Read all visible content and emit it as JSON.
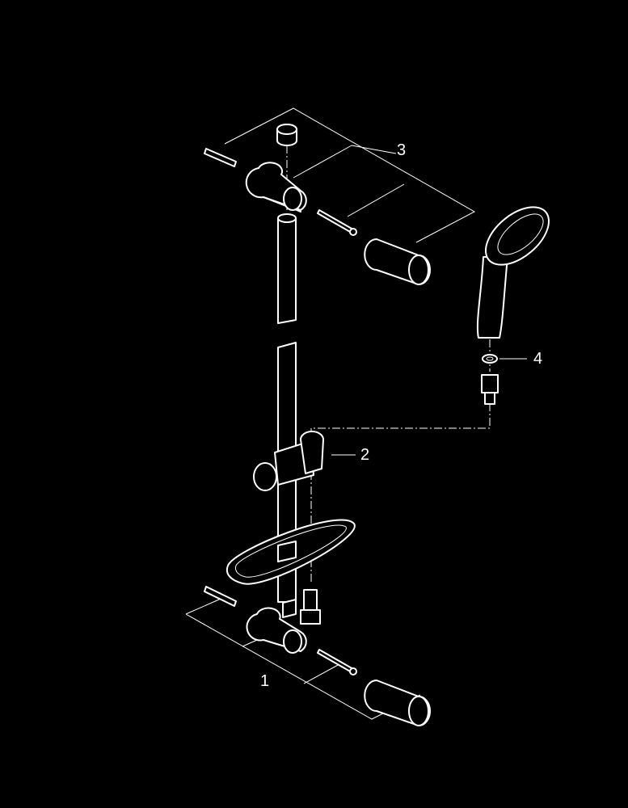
{
  "diagram": {
    "background_color": "#000000",
    "line_color": "#ffffff",
    "callouts": [
      {
        "id": "1",
        "label": "1"
      },
      {
        "id": "2",
        "label": "2"
      },
      {
        "id": "3",
        "label": "3"
      },
      {
        "id": "4",
        "label": "4"
      }
    ]
  }
}
